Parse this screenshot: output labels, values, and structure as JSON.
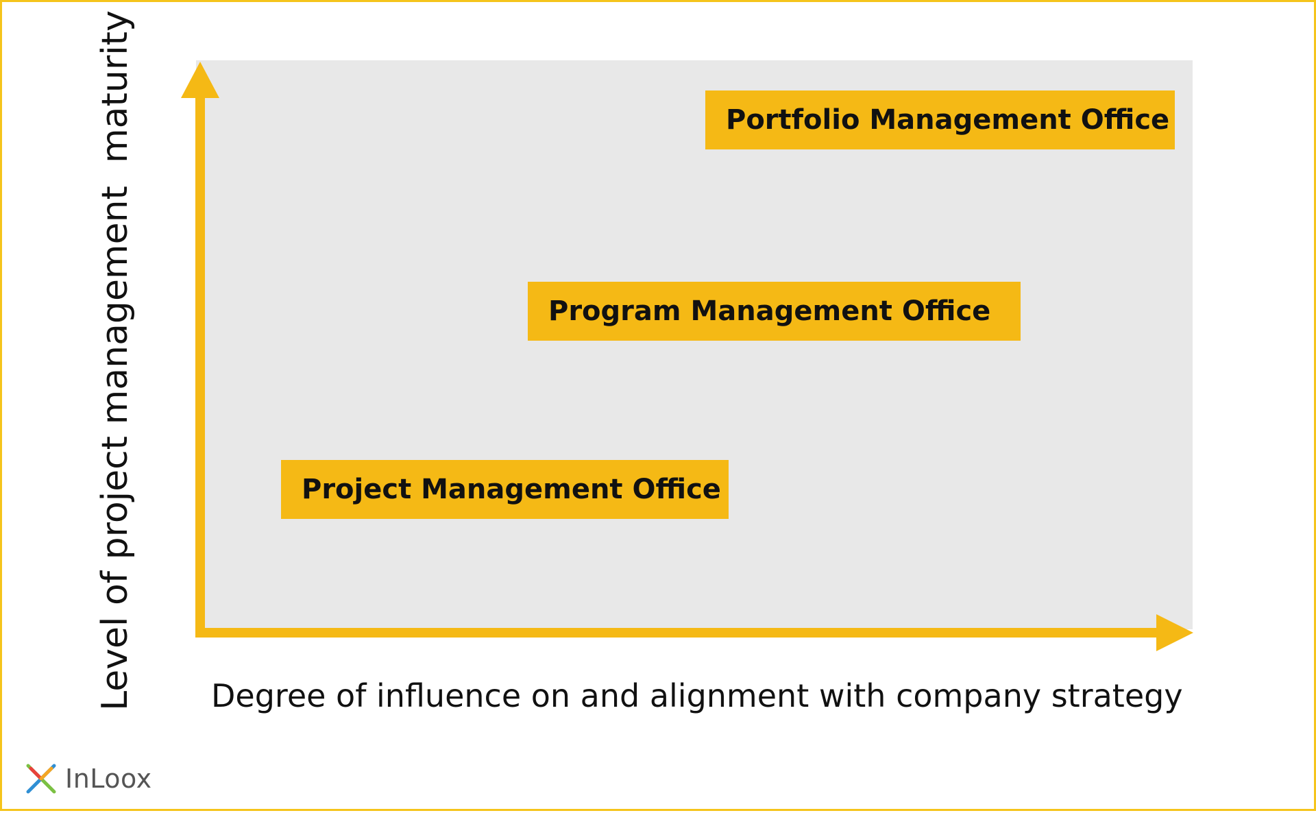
{
  "diagram": {
    "y_axis_label": "Level of project management  maturity",
    "x_axis_label": "Degree of influence on and alignment with company strategy",
    "offices": [
      {
        "label": "Portfolio Management Office"
      },
      {
        "label": "Program Management Office"
      },
      {
        "label": "Project Management Office"
      }
    ]
  },
  "brand": {
    "name": "InLoox",
    "icon": "inloox-x-logo-icon"
  },
  "colors": {
    "accent": "#f5b915",
    "frame": "#f5c41c",
    "plot_background": "#e8e8e8",
    "text": "#111111",
    "logo_green": "#7bc043",
    "logo_blue": "#2f8fd4",
    "logo_red": "#e8423b",
    "logo_orange": "#f5a623"
  }
}
